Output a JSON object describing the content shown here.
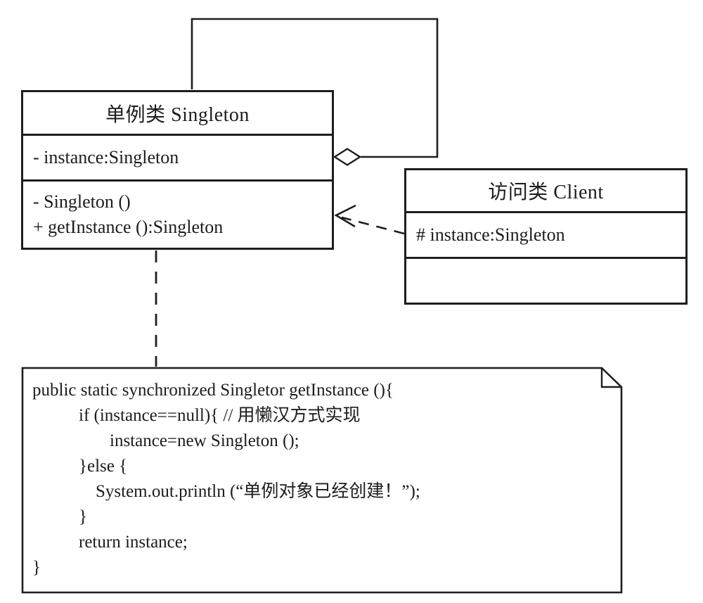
{
  "diagram": {
    "title_hint": "Singleton pattern UML class diagram",
    "colors": {
      "line": "#1e1e1e",
      "background": "#ffffff"
    },
    "singleton_class": {
      "title": "单例类 Singleton",
      "attributes": [
        "- instance:Singleton"
      ],
      "methods": [
        "- Singleton ()",
        "+ getInstance ():Singleton"
      ]
    },
    "client_class": {
      "title": "访问类 Client",
      "attributes": [
        "# instance:Singleton"
      ],
      "methods": []
    },
    "relationships": [
      {
        "type": "self-association",
        "from": "Singleton",
        "to": "Singleton",
        "marker": "hollow-diamond",
        "style": "solid"
      },
      {
        "type": "dependency",
        "from": "Client",
        "to": "Singleton",
        "marker": "open-arrow",
        "style": "dashed"
      },
      {
        "type": "note-anchor",
        "from": "Singleton",
        "to": "code-note",
        "marker": "none",
        "style": "dashed"
      }
    ],
    "note": {
      "code": [
        "public static synchronized Singletor getInstance (){",
        "if (instance==null){ // 用懒汉方式实现",
        "instance=new Singleton ();",
        "}else {",
        "System.out.println (“单例对象已经创建！”);",
        "}",
        "return instance;",
        "}"
      ]
    }
  }
}
